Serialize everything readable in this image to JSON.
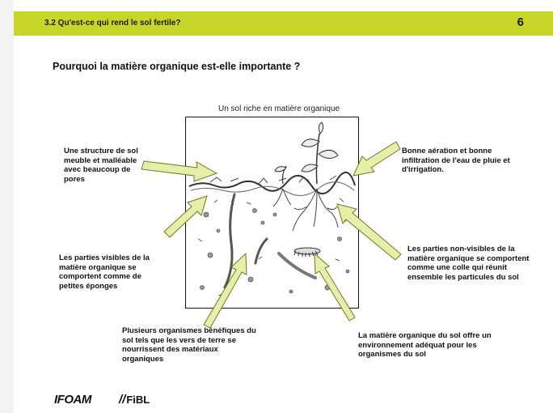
{
  "header": {
    "section": "3.2 Qu'est-ce qui rend le sol fertile?",
    "page_number": "6",
    "accent_color": "#c8d62b"
  },
  "title": "Pourquoi la matière organique est-elle importante ?",
  "figure": {
    "caption": "Un sol riche en matière organique"
  },
  "annotations": {
    "structure": [
      "Une structure de sol",
      "meuble et malléable",
      "avec beaucoup de",
      "pores"
    ],
    "aeration": [
      "Bonne aération et bonne",
      "infiltration de l'eau de pluie et",
      "d'irrigation."
    ],
    "visible_parts": [
      "Les parties visibles de la",
      "matière organique se",
      "comportent comme de",
      "petites éponges"
    ],
    "nonvisible_parts": [
      "Les parties non-visibles de la",
      "matière organique se comportent",
      "comme une colle qui réunit",
      "ensemble les particules du sol"
    ],
    "organisms": [
      "Plusieurs organismes bénéfiques du",
      "sol tels que les vers de terre se",
      "nourrissent des matériaux",
      "organiques"
    ],
    "environment": [
      "La matière organique du sol offre un",
      "environnement adéquat pour les",
      "organismes du sol"
    ]
  },
  "arrow_color": "#e6eeaa",
  "logos": {
    "ifoam": "IFOAM",
    "fibl": "FiBL"
  }
}
